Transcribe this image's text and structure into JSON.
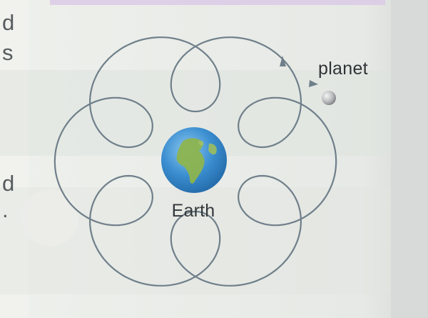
{
  "diagram": {
    "earth_label": "Earth",
    "planet_label": "planet",
    "path_loops": 6,
    "colors": {
      "path": "#6f7f8a",
      "ocean": "#3b8ed0",
      "land": "#8db44f",
      "planet": "#b9bcbe",
      "background": "#e7eae6"
    }
  },
  "page_fragments": {
    "left_letters": [
      "d",
      "s",
      "d",
      "."
    ]
  }
}
